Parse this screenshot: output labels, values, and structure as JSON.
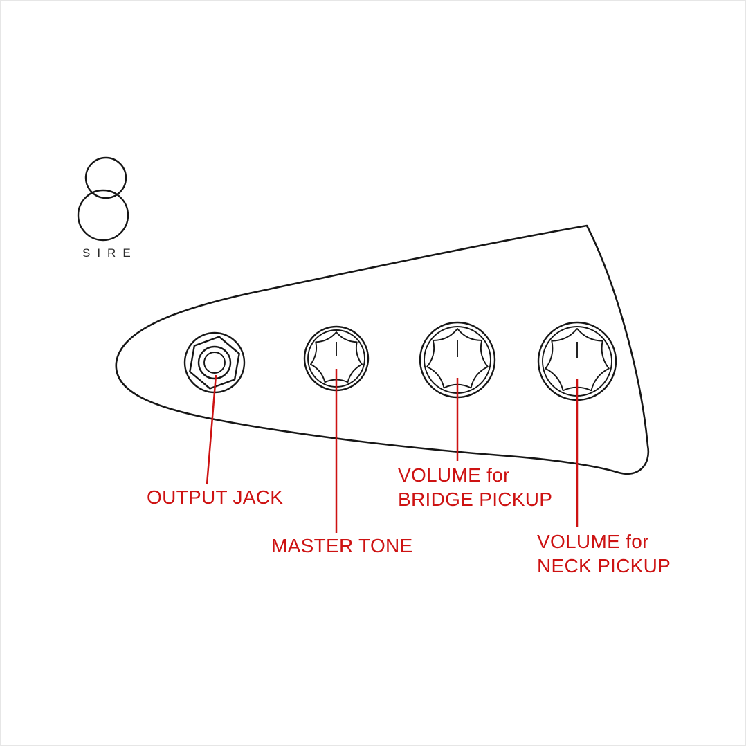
{
  "canvas": {
    "background": "#ffffff"
  },
  "colors": {
    "outline": "#161616",
    "callout_red": "#cd1212",
    "wordmark": "#2b2b2b"
  },
  "logo": {
    "brand": "SIRE"
  },
  "diagram": {
    "parts": [
      {
        "id": "output-jack",
        "label": "OUTPUT JACK"
      },
      {
        "id": "master-tone-knob",
        "label": "MASTER TONE"
      },
      {
        "id": "bridge-volume-knob",
        "label_line1": "VOLUME for",
        "label_line2": "BRIDGE PICKUP"
      },
      {
        "id": "neck-volume-knob",
        "label_line1": "VOLUME for",
        "label_line2": "NECK PICKUP"
      }
    ]
  }
}
